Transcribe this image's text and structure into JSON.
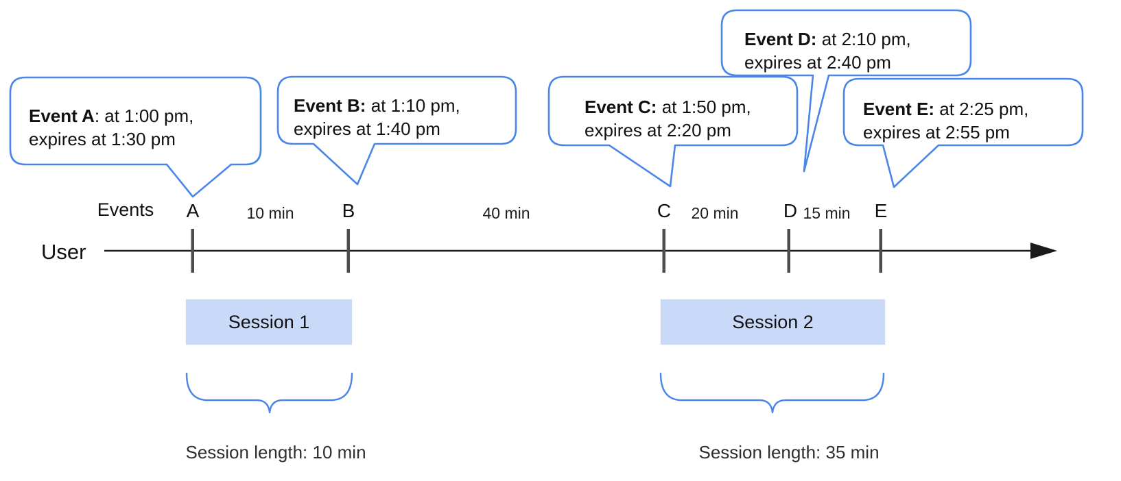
{
  "axis": {
    "events_label": "Events",
    "user_label": "User"
  },
  "callouts": [
    {
      "bold": "Event A",
      "line1": ": at 1:00 pm,",
      "line2": "expires at 1:30 pm"
    },
    {
      "bold": "Event B:",
      "line1": " at 1:10 pm,",
      "line2": "expires at 1:40 pm"
    },
    {
      "bold": "Event C:",
      "line1": " at 1:50 pm,",
      "line2": "expires at 2:20 pm"
    },
    {
      "bold": "Event D:",
      "line1": " at 2:10 pm,",
      "line2": "expires at 2:40 pm"
    },
    {
      "bold": "Event E:",
      "line1": " at 2:25 pm,",
      "line2": "expires at 2:55 pm"
    }
  ],
  "ticks": [
    {
      "label": "A"
    },
    {
      "label": "B"
    },
    {
      "label": "C"
    },
    {
      "label": "D"
    },
    {
      "label": "E"
    }
  ],
  "gaps": [
    {
      "label": "10 min"
    },
    {
      "label": "40 min"
    },
    {
      "label": "20 min"
    },
    {
      "label": "15 min"
    }
  ],
  "sessions": [
    {
      "label": "Session 1",
      "length": "Session length: 10 min"
    },
    {
      "label": "Session 2",
      "length": "Session length: 35 min"
    }
  ],
  "colors": {
    "bubble_border": "#4a86e8",
    "brace": "#4a86e8",
    "session_fill": "#c9daf8",
    "tick": "#4d4d4d",
    "timeline": "#1a1a1a"
  }
}
